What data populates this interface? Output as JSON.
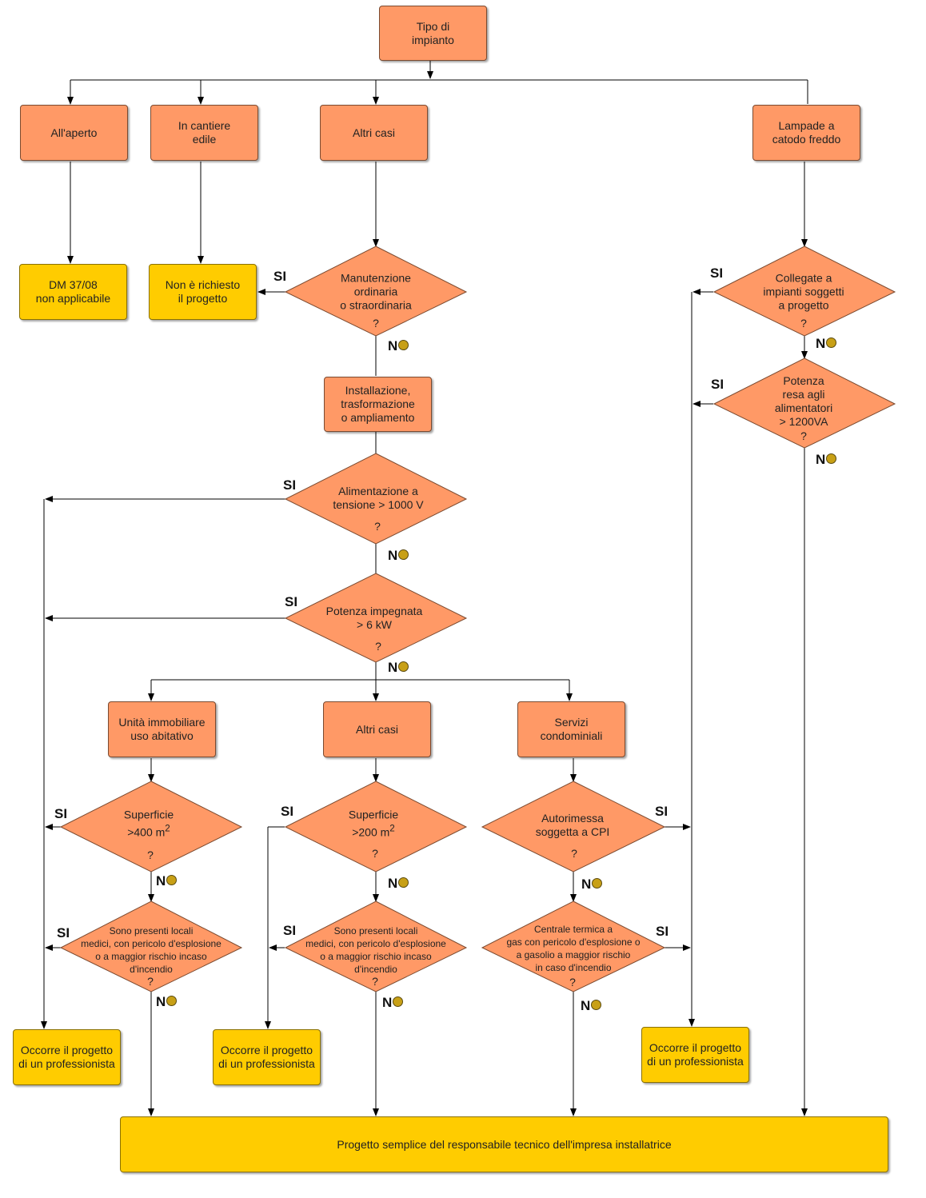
{
  "nodes": {
    "start": "Tipo di\nimpianto",
    "aperto": "All'aperto",
    "cantiere": "In cantiere\nedile",
    "altri1": "Altri casi",
    "lampade": "Lampade a\ncatodo freddo",
    "dm": "DM 37/08\nnon applicabile",
    "non_richiesto": "Non è richiesto\nil progetto",
    "manut": "Manutenzione\nordinaria\no straordinaria",
    "collegate": "Collegate a\nimpianti soggetti\na progetto",
    "potenza_resa": "Potenza\nresa agli\nalimentatori\n> 1200VA",
    "install": "Installazione,\ntrasformazione\no ampliamento",
    "alim": "Alimentazione a\ntensione > 1000 V",
    "potenza_imp": "Potenza impegnata\n> 6 kW",
    "unita": "Unità immobiliare\nuso abitativo",
    "altri2": "Altri   casi",
    "servizi": "Servizi\ncondominiali",
    "sup400": "Superficie\n>400 m",
    "sup200": "Superficie\n>200 m",
    "sup_exp": "2",
    "autorimessa": "Autorimessa\nsoggetta a CPI",
    "locali_a": "Sono presenti locali\nmedici, con pericolo d'esplosione\no a maggior rischio incaso\nd'incendio",
    "locali_b": "Sono presenti locali\nmedici, con pericolo d'esplosione\no a maggior rischio incaso\nd'incendio",
    "centrale": "Centrale termica a\ngas con pericolo d'esplosione o\na gasolio a maggior rischio\nin caso d'incendio",
    "occorre": "Occorre il progetto\ndi un professionista",
    "semplice": "Progetto semplice del responsabile tecnico dell'impresa installatrice",
    "question": "?"
  },
  "labels": {
    "yes": "SI",
    "no": "N"
  },
  "colors": {
    "process": "#ff9966",
    "terminal": "#ffcc00",
    "line": "#000000",
    "no_dot": "#c8a016"
  }
}
